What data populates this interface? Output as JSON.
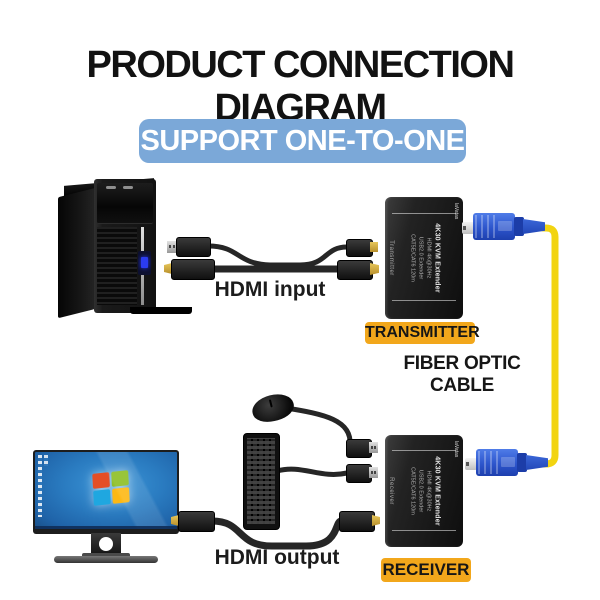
{
  "title": "PRODUCT CONNECTION DIAGRAM",
  "subtitle_badge": "SUPPORT ONE-TO-ONE",
  "labels": {
    "hdmi_input": "HDMI input",
    "hdmi_output": "HDMI output",
    "fiber": "FIBER OPTIC CABLE",
    "transmitter": "TRANSMITTER",
    "receiver": "RECEIVER"
  },
  "devices": {
    "brand": "laVatas",
    "specs": [
      "4K30 KVM Extender",
      "HDMI 4K@30Hz",
      "USB2.0 Extender",
      "CAT5E/CAT6 120m"
    ],
    "transmitter_side_label": "Transmitter",
    "receiver_side_label": "Receiver"
  },
  "colors": {
    "badge_blue": "#7BA8D8",
    "highlight_orange": "#F2A71B",
    "fiber_yellow": "#F2D411",
    "sc_connector_blue": "#2D55CC",
    "title_black": "#121212"
  }
}
